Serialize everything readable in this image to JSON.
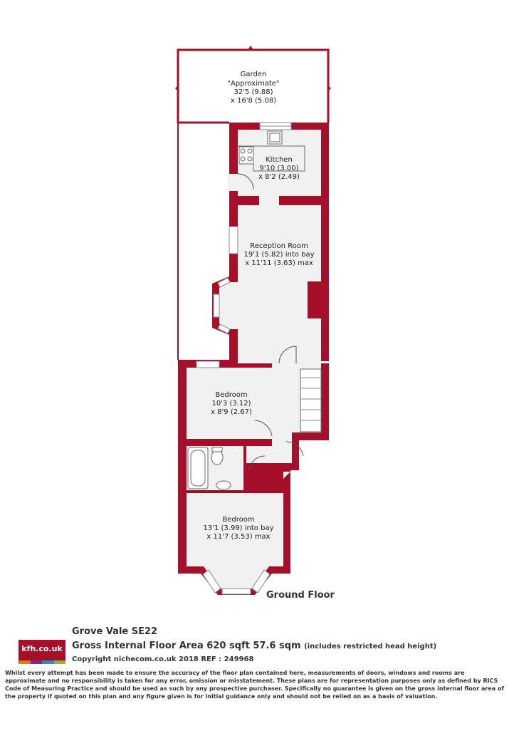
{
  "rooms": {
    "garden": {
      "name": "Garden",
      "line1": "\"Approximate\"",
      "line2": "32'5 (9.88)",
      "line3": "x 16'8 (5.08)"
    },
    "kitchen": {
      "name": "Kitchen",
      "line1": "9'10 (3.00)",
      "line2": "x 8'2 (2.49)"
    },
    "reception": {
      "name": "Reception Room",
      "line1": "19'1 (5.82) into bay",
      "line2": "x 11'11 (3.63) max"
    },
    "bedroom1": {
      "name": "Bedroom",
      "line1": "10'3 (3.12)",
      "line2": "x 8'9 (2.67)"
    },
    "bedroom2": {
      "name": "Bedroom",
      "line1": "13'1 (3.99) into bay",
      "line2": "x 11'7 (3.53) max"
    }
  },
  "floor_label": "Ground Floor",
  "footer": {
    "logo_text": "kfh.co.uk",
    "address": "Grove Vale  SE22",
    "area_main": "Gross Internal Floor Area 620 sqft 57.6 sqm",
    "area_note": "(includes restricted head height)",
    "copyright": "Copyright nichecom.co.uk 2018 REF : 249968",
    "disclaimer": "Whilst every attempt has been made to ensure the accuracy of the floor plan contained here, measurements of doors, windows and rooms are approximate and no responsibility is taken for any error, omission or misstatement.  These plans are for representation purposes only as defined by RICS Code of Measuring Practice and should be used as such by any prospective purchaser.  Specifically no guarantee is given on the gross internal floor area of the property if quoted on this plan and any figure given is for initial guidance only and should not be relied on as a basis of valuation."
  },
  "colors": {
    "wall": "#a4102a",
    "floor": "#f1f1f1",
    "logo_bar": [
      "#e07a1f",
      "#7a2a8a",
      "#2a8fc0",
      "#8cb83a"
    ]
  }
}
